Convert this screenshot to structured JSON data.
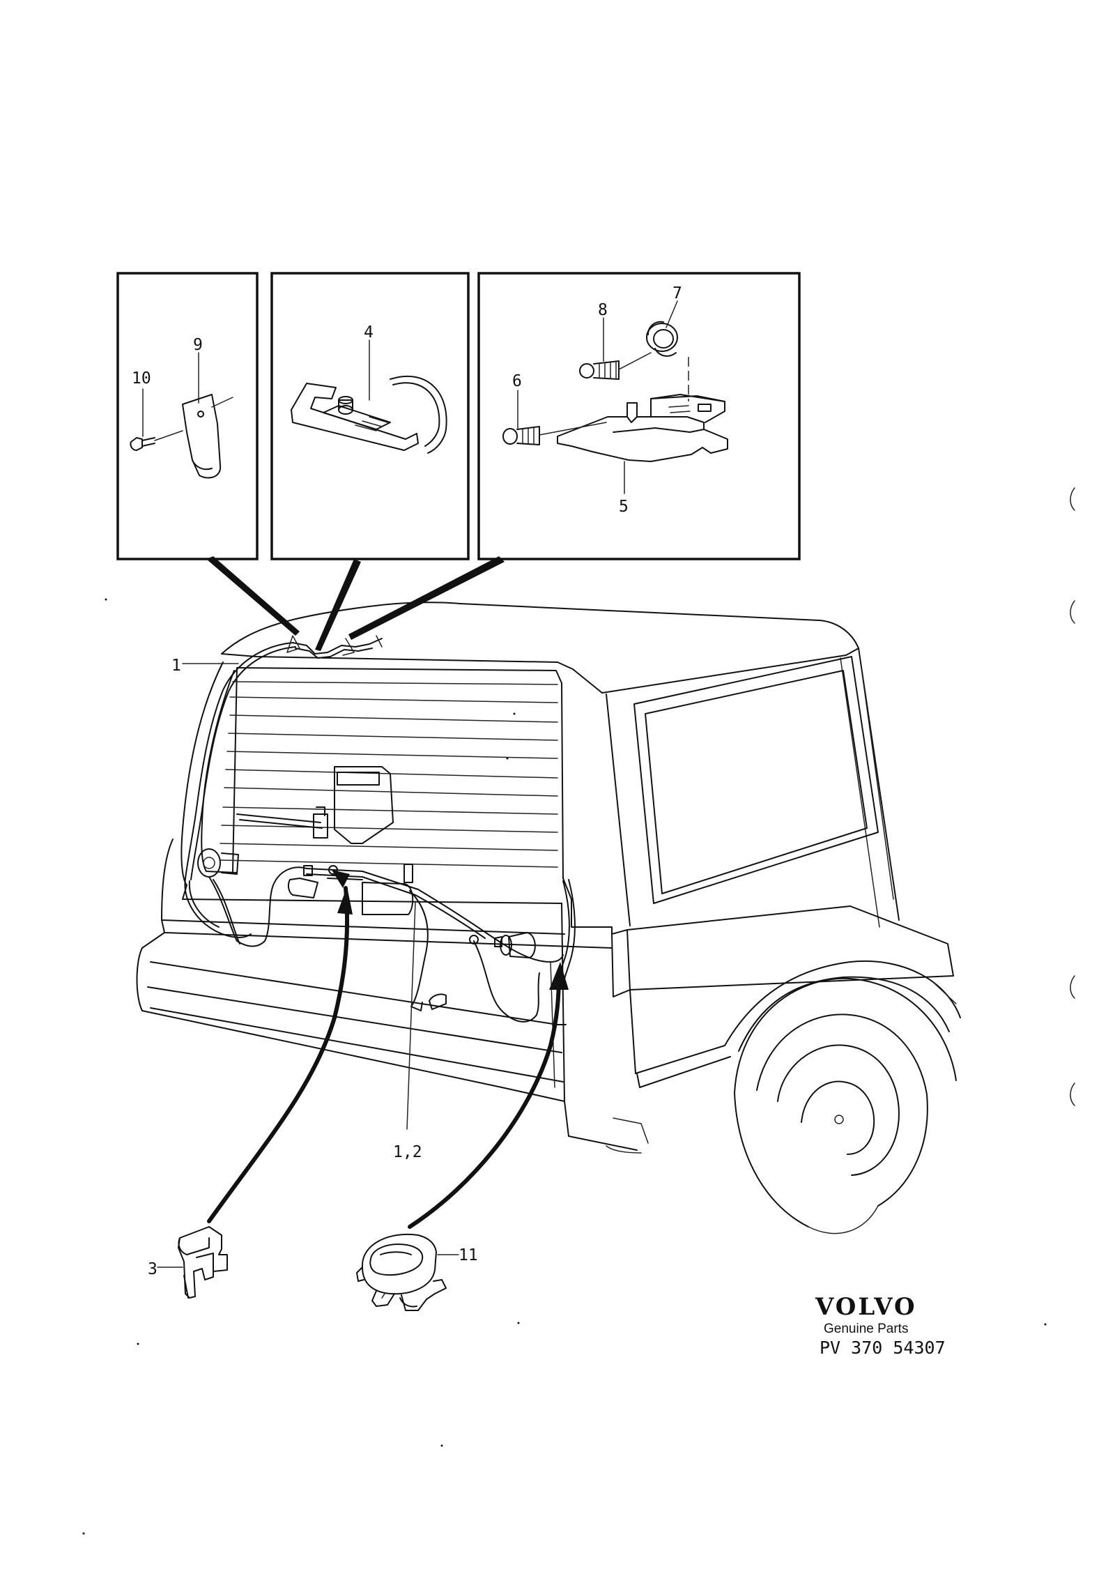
{
  "callouts": [
    "1",
    "1,2",
    "3",
    "4",
    "5",
    "6",
    "7",
    "8",
    "9",
    "10",
    "11"
  ],
  "brand": {
    "logo": "VOLVO",
    "tagline": "Genuine Parts",
    "drawing_code": "PV 370 54307"
  },
  "colors": {
    "ink": "#111111",
    "paper": "#ffffff"
  },
  "icons": [
    "clip-icon",
    "wire-harness-icon",
    "tail-lamp-icon",
    "number-plate-lamp-icon",
    "wiper-motor-icon"
  ]
}
